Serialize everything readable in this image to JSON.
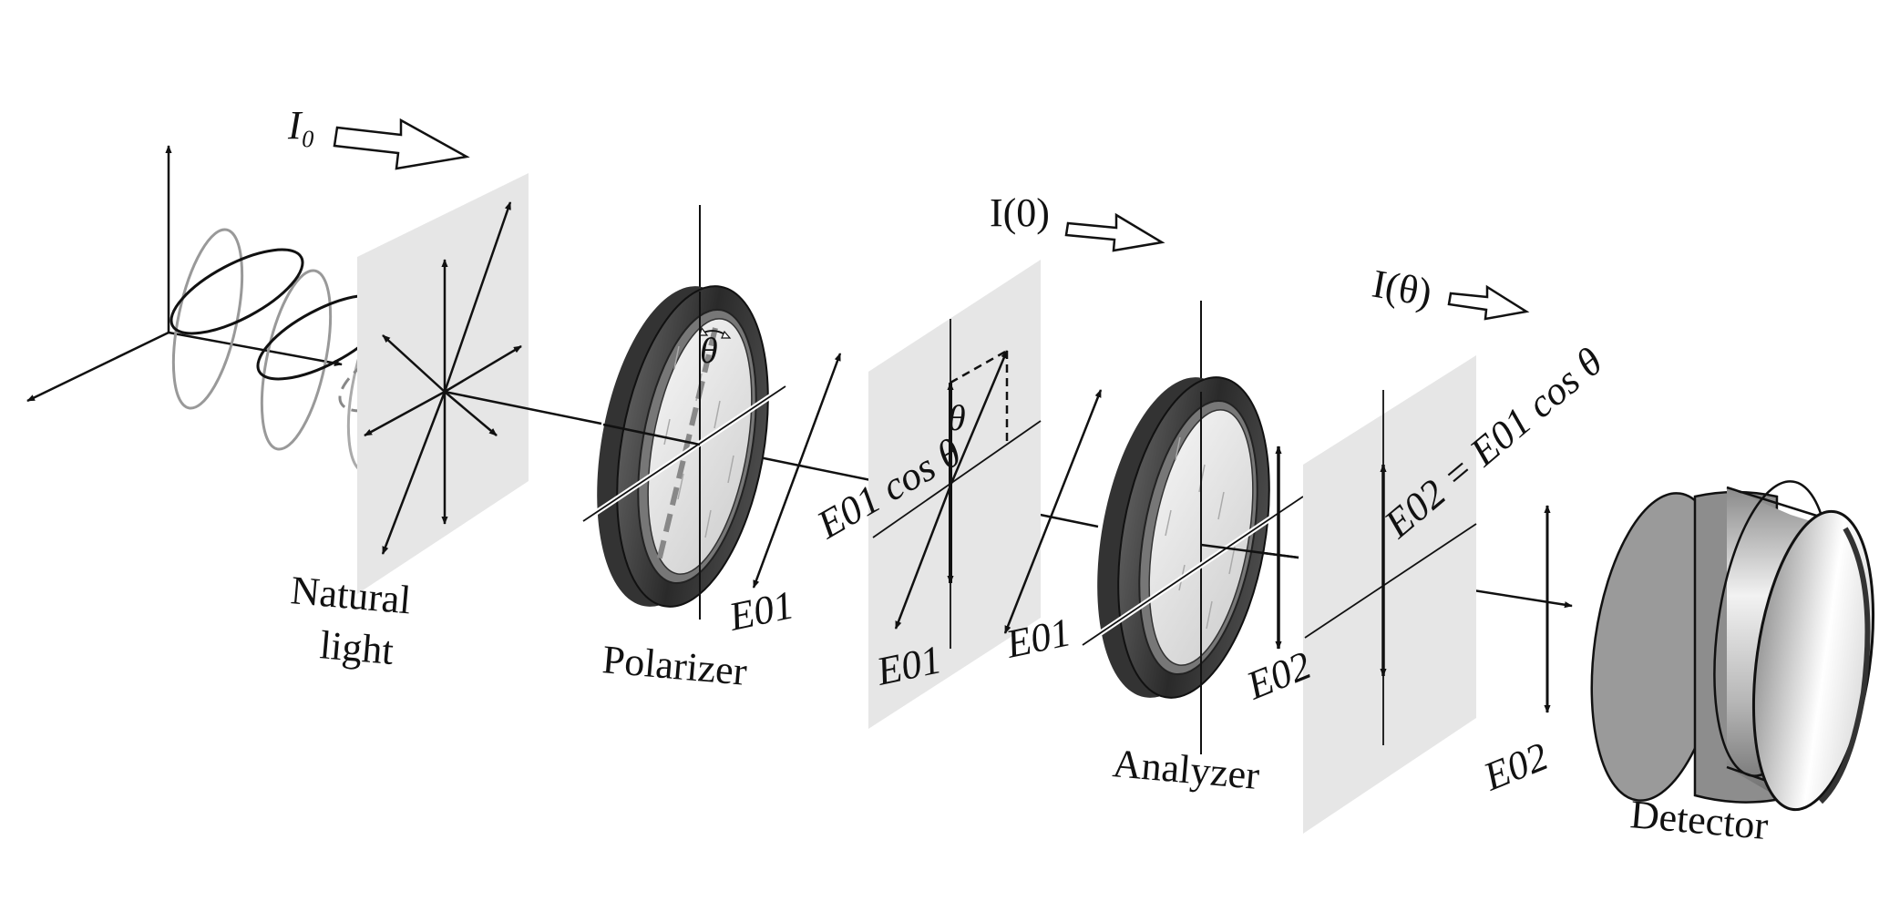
{
  "labels": {
    "intensity_in": "I₀",
    "intensity_after_polarizer": "I(0)",
    "intensity_after_analyzer": "I(θ)",
    "natural_line1": "Natural",
    "natural_line2": "light",
    "polarizer": "Polarizer",
    "analyzer": "Analyzer",
    "detector": "Detector",
    "theta_polarizer": "θ",
    "theta_plane": "θ",
    "e01_cos": "E01 cos θ",
    "e01_a": "E01",
    "e01_b": "E01",
    "e01_c": "E01",
    "e02_a": "E02",
    "e02_b": "E02",
    "e02_formula": "E02 = E01 cos θ"
  }
}
